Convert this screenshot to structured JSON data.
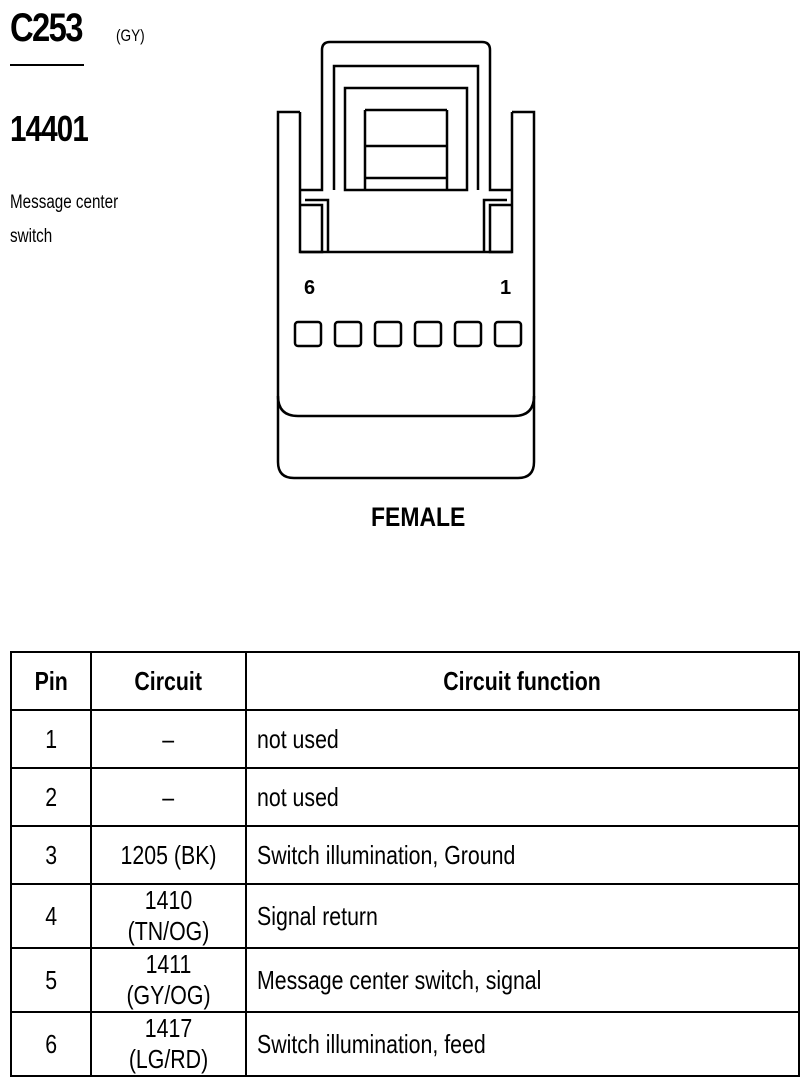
{
  "connector": {
    "id": "C253",
    "color": "(GY)",
    "part_number": "14401",
    "description": "Message center switch",
    "view": "FEMALE",
    "pin_labels": {
      "left": "6",
      "right": "1"
    },
    "pin_count": 6
  },
  "table": {
    "headers": [
      "Pin",
      "Circuit",
      "Circuit function"
    ],
    "rows": [
      {
        "pin": "1",
        "circuit": "–",
        "function": "not used"
      },
      {
        "pin": "2",
        "circuit": "–",
        "function": "not used"
      },
      {
        "pin": "3",
        "circuit": "1205 (BK)",
        "function": "Switch illumination, Ground"
      },
      {
        "pin": "4",
        "circuit": "1410 (TN/OG)",
        "function": "Signal return"
      },
      {
        "pin": "5",
        "circuit": "1411 (GY/OG)",
        "function": "Message center switch, signal"
      },
      {
        "pin": "6",
        "circuit": "1417 (LG/RD)",
        "function": "Switch illumination, feed"
      }
    ]
  }
}
